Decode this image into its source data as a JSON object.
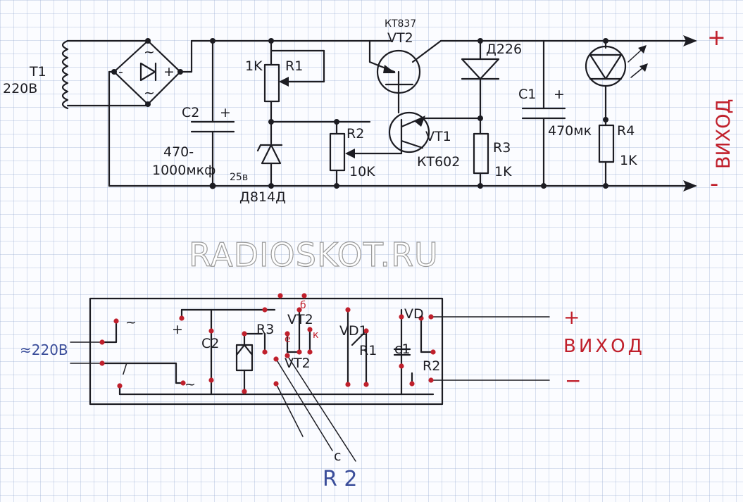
{
  "schematic": {
    "t1": "T1",
    "t1_voltage": "220В",
    "bridge_minus": "-",
    "bridge_plus": "+",
    "bridge_ac_top": "~",
    "bridge_ac_bottom": "~",
    "c2": "C2",
    "c2_plus": "+",
    "c2_value_a": "470-",
    "c2_value_b": "1000мкф",
    "c2_volt": "25в",
    "r1_value": "1K",
    "r1": "R1",
    "zener": "Д814Д",
    "vt2_type": "КТ837",
    "vt2": "VT2",
    "vt1": "VT1",
    "vt1_type": "КТ602",
    "r2": "R2",
    "r2_value": "10K",
    "diode": "Д226",
    "r3": "R3",
    "r3_value": "1K",
    "c1": "C1",
    "c1_plus": "+",
    "c1_value": "470мк",
    "r4": "R4",
    "r4_value": "1K",
    "out_plus": "+",
    "out_minus": "-",
    "out_label": "ВИХОД"
  },
  "watermark": "RADIOSKOT.RU",
  "board": {
    "mains": "≈220В",
    "ac_top": "~",
    "ac_bottom": "~",
    "ac_slash": "/",
    "plus": "+",
    "c2": "C2",
    "r3": "R3",
    "vt2_top": "VT2",
    "pin_b": "б",
    "pin_e": "е",
    "pin_k": "к",
    "vt2_bottom": "VT2",
    "vd1": "VD1",
    "r1": "R1",
    "c1": "c1",
    "vd": "VD",
    "r2": "R2",
    "lead_c": "c",
    "lead_r2": "R 2",
    "out_plus": "+",
    "out_minus": "−",
    "out_label": "ВИХОД"
  },
  "colors": {
    "ink": "#1c1c22",
    "red": "#c0202c",
    "blue": "#3a4d9a",
    "grid": "#96aad2"
  }
}
